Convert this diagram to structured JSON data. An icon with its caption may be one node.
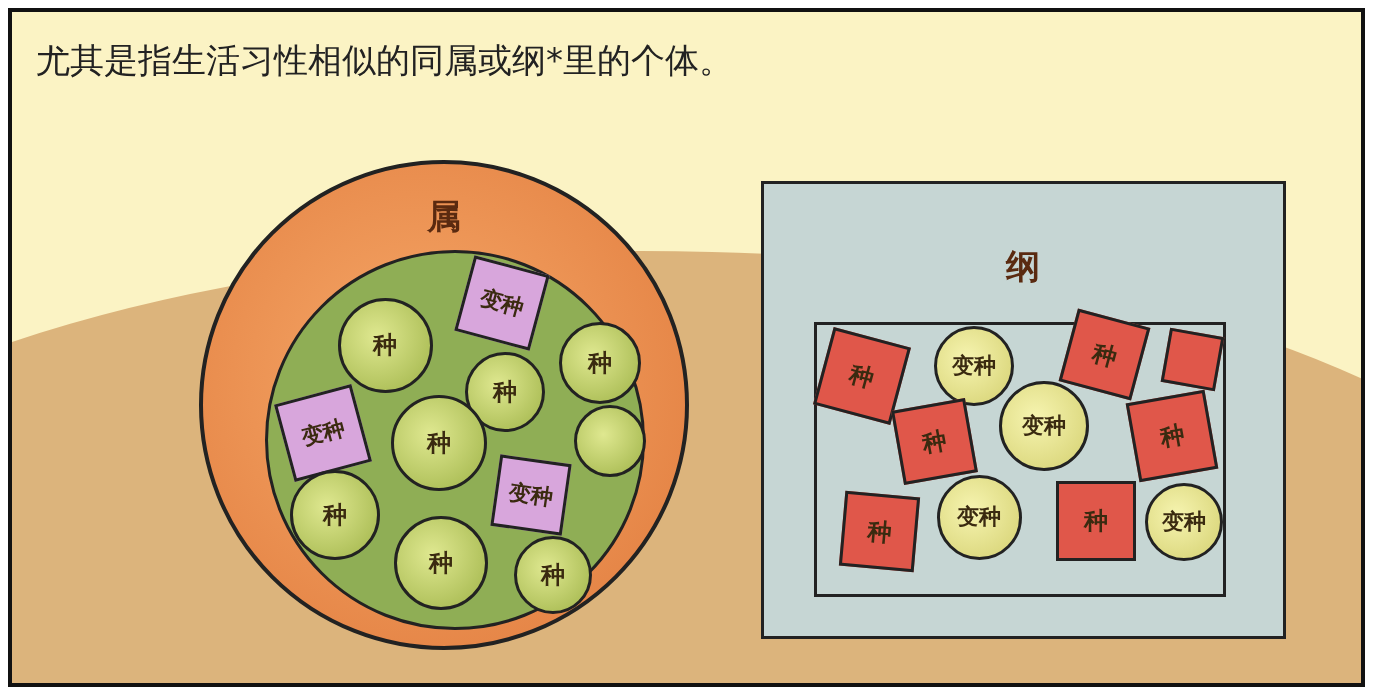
{
  "diagram": {
    "title": "尤其是指生活习性相似的同属或纲*里的个体。",
    "nodes": [
      {
        "text": [
          "属"
        ]
      },
      {
        "text": [],
        "shape": "circle",
        "in": 0
      },
      {
        "text": [
          "变种"
        ],
        "in": 1
      },
      {
        "text": [
          "种"
        ],
        "in": 1
      },
      {
        "text": [
          "种"
        ],
        "in": 1
      },
      {
        "text": [
          "种"
        ],
        "in": 1
      },
      {
        "text": [
          "变种"
        ],
        "in": 1
      },
      {
        "text": [
          "种"
        ],
        "in": 1
      },
      {
        "text": [],
        "shape": "circle",
        "in": 1
      },
      {
        "text": [
          "变种"
        ],
        "in": 1
      },
      {
        "text": [
          "种"
        ],
        "in": 1
      },
      {
        "text": [
          "种"
        ],
        "in": 1
      },
      {
        "text": [
          "种"
        ],
        "in": 1
      },
      {
        "text": [
          "纲"
        ]
      },
      {
        "text": [],
        "shape": "box",
        "in": 13
      },
      {
        "text": [
          "种"
        ],
        "in": 14
      },
      {
        "text": [
          "变种"
        ],
        "in": 14
      },
      {
        "text": [
          "种"
        ],
        "in": 14
      },
      {
        "text": [],
        "shape": "box",
        "in": 14
      },
      {
        "text": [
          "种"
        ],
        "in": 14
      },
      {
        "text": [
          "变种"
        ],
        "in": 14
      },
      {
        "text": [
          "种"
        ],
        "in": 14
      },
      {
        "text": [
          "种"
        ],
        "in": 14
      },
      {
        "text": [
          "变种"
        ],
        "in": 14
      },
      {
        "text": [
          "种"
        ],
        "in": 14
      },
      {
        "text": [
          "变种"
        ],
        "in": 14
      }
    ],
    "edges": []
  }
}
